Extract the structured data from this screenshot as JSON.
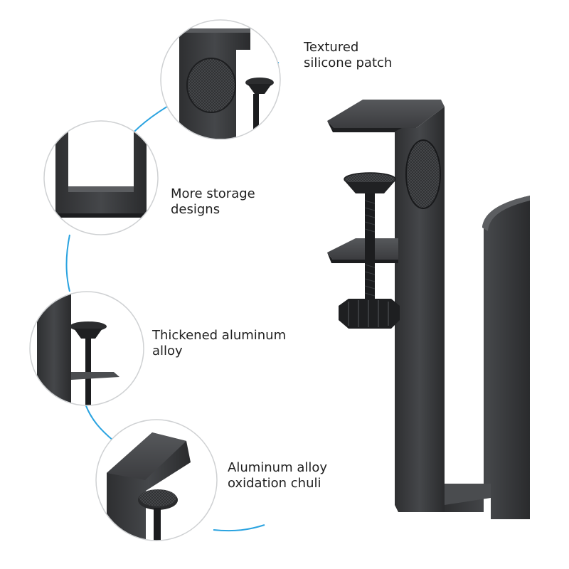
{
  "callouts": [
    {
      "lines": [
        "Textured",
        "silicone patch"
      ]
    },
    {
      "lines": [
        "More storage",
        "designs"
      ]
    },
    {
      "lines": [
        "Thickened aluminum",
        "alloy"
      ]
    },
    {
      "lines": [
        "Aluminum alloy",
        "oxidation chuli"
      ]
    }
  ],
  "colors": {
    "metal": "#3a3b3d",
    "metal_dark": "#1e1f21",
    "metal_light": "#55575a",
    "connector": "#2aa3e0",
    "text": "#1f1f1f"
  }
}
